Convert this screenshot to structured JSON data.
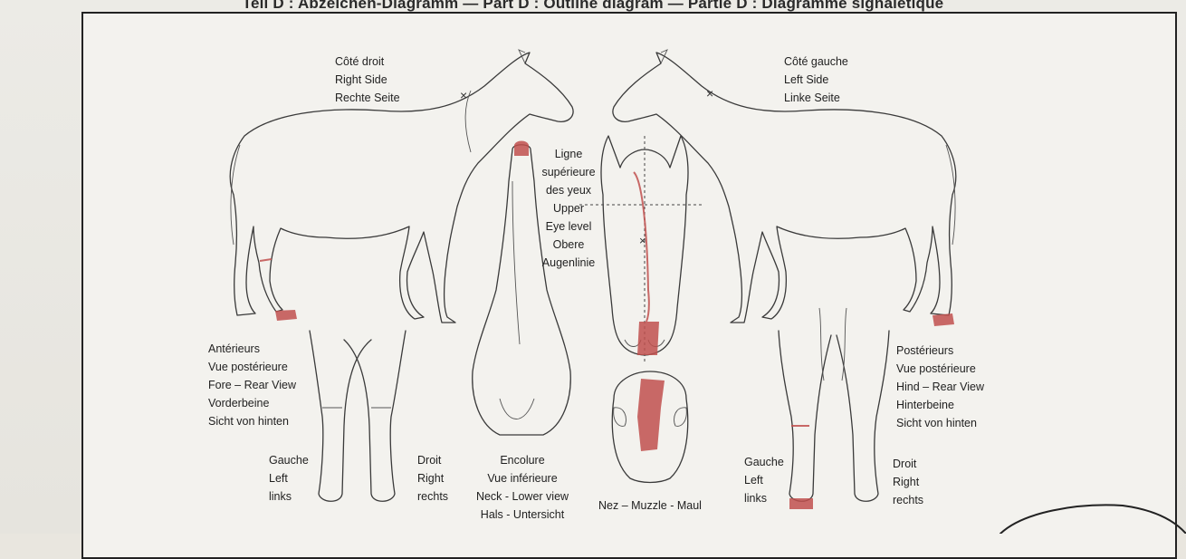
{
  "header": {
    "title": "Teil D : Abzeichen-Diagramm — Part D : Outline diagram — Partie D : Diagramme signalétique"
  },
  "views": {
    "right_side": [
      "Côté droit",
      "Right Side",
      "Rechte Seite"
    ],
    "left_side": [
      "Côté gauche",
      "Left Side",
      "Linke Seite"
    ],
    "eye_level": [
      "Ligne",
      "supérieure",
      "des yeux",
      "Upper",
      "Eye level",
      "Obere",
      "Augenlinie"
    ],
    "fore_rear": [
      "Antérieurs",
      "Vue postérieure",
      "Fore – Rear View",
      "Vorderbeine",
      "Sicht von hinten"
    ],
    "hind_rear": [
      "Postérieurs",
      "Vue postérieure",
      "Hind – Rear View",
      "Hinterbeine",
      "Sicht von hinten"
    ],
    "fore_left": [
      "Gauche",
      "Left",
      "links"
    ],
    "fore_right": [
      "Droit",
      "Right",
      "rechts"
    ],
    "neck": [
      "Encolure",
      "Vue inférieure",
      "Neck - Lower view",
      "Hals - Untersicht"
    ],
    "muzzle": "Nez – Muzzle - Maul",
    "hind_left": [
      "Gauche",
      "Left",
      "links"
    ],
    "hind_right": [
      "Droit",
      "Right",
      "rechts"
    ]
  },
  "colors": {
    "marking": "#c0504d",
    "ink": "#3a3a3a"
  }
}
